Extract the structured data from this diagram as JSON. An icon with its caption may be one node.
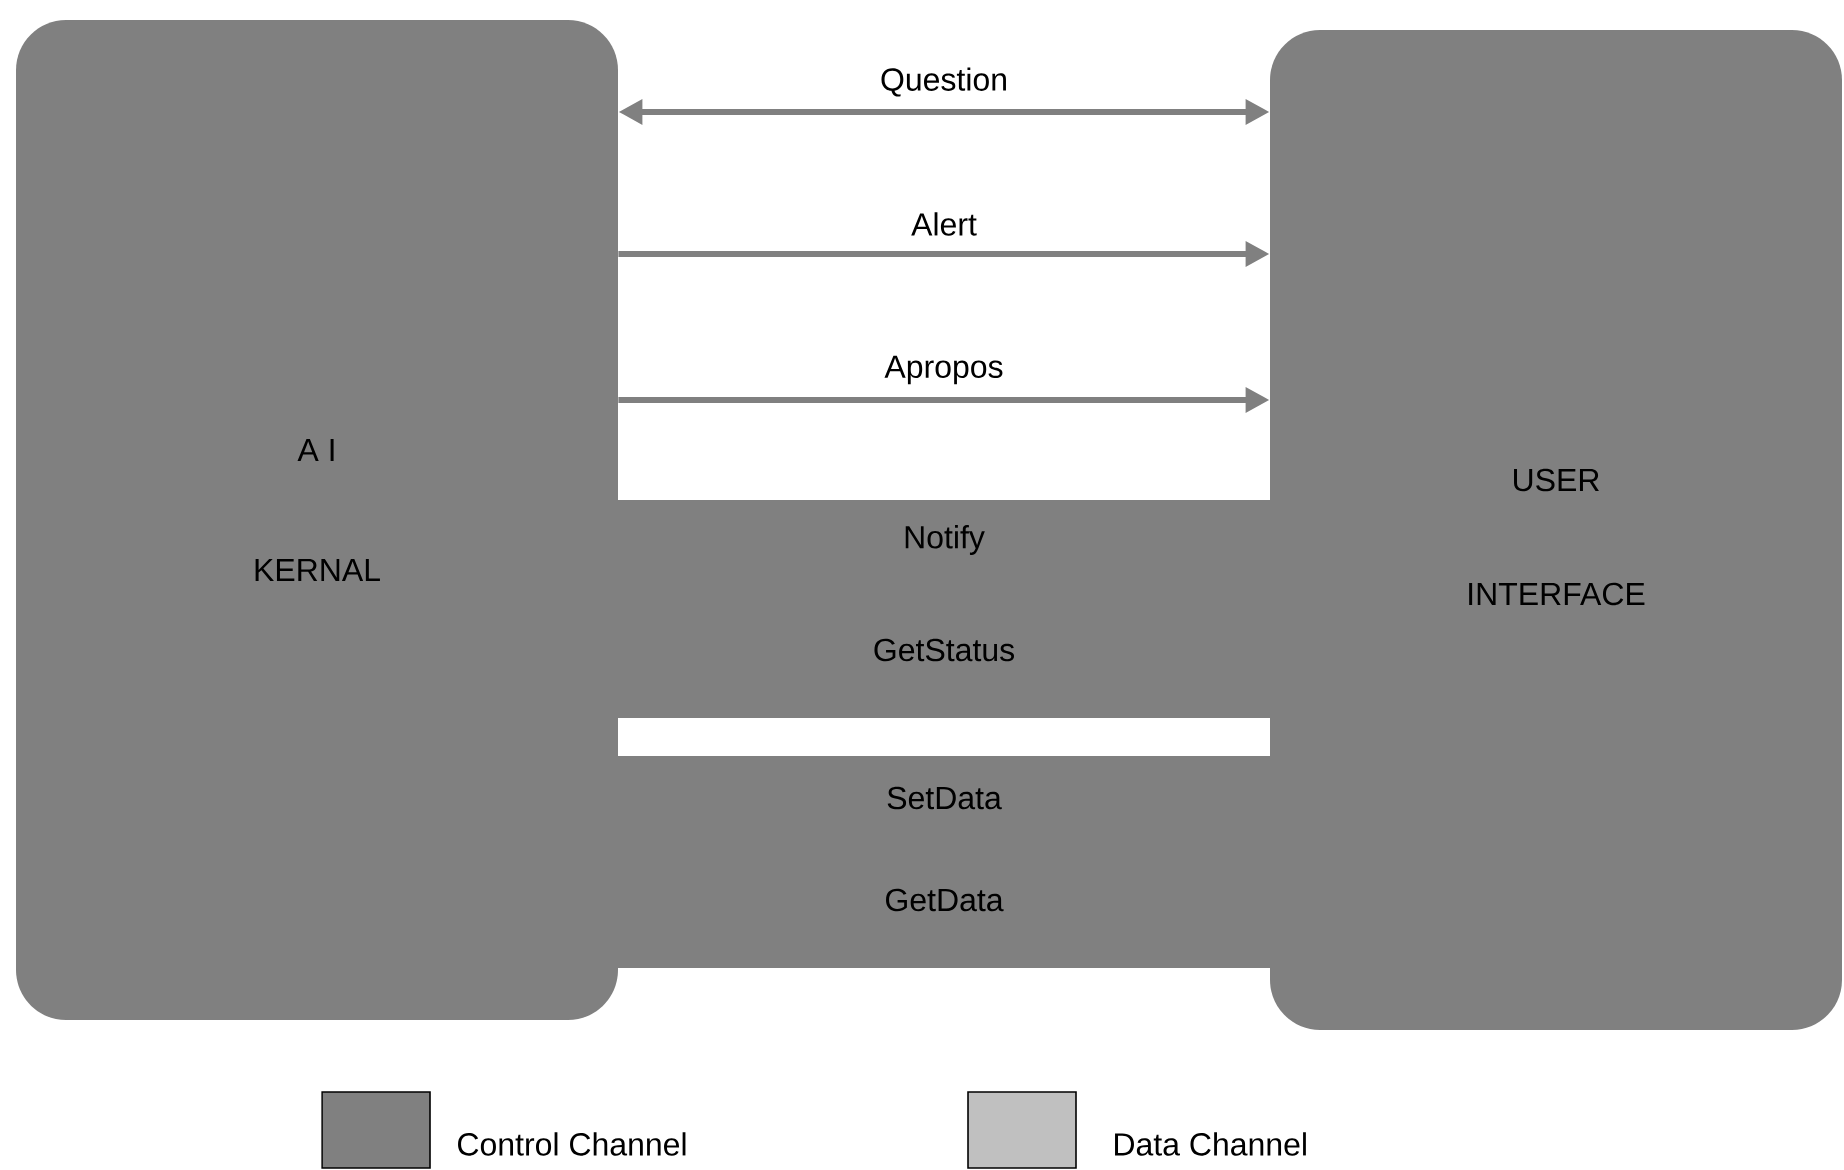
{
  "diagram": {
    "nodes": [
      {
        "text": [
          "A I",
          "KERNAL"
        ]
      },
      {
        "text": [
          "USER",
          "INTERFACE"
        ]
      },
      {
        "text": [
          "Notify",
          "GetStatus"
        ]
      },
      {
        "text": [
          "SetData",
          "GetData"
        ]
      }
    ],
    "edges": [
      {
        "from": 0,
        "to": 1,
        "arrow": "both",
        "label": "Question"
      },
      {
        "from": 0,
        "to": 1,
        "arrow": "to",
        "label": "Alert"
      },
      {
        "from": 0,
        "to": 1,
        "arrow": "to",
        "label": "Apropos"
      }
    ],
    "legend": [
      {
        "text": "Control Channel",
        "color": "#808080"
      },
      {
        "text": "Data Channel",
        "color": "#c0c0c0"
      }
    ]
  }
}
